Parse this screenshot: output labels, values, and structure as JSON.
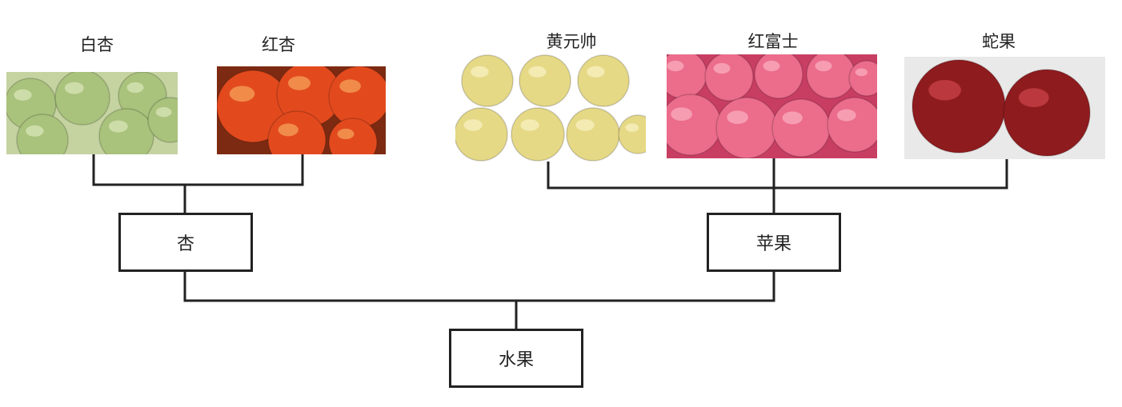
{
  "tree": {
    "root": {
      "label": "水果"
    },
    "groups": [
      {
        "label": "杏",
        "varieties": [
          {
            "label": "白杏",
            "photo": {
              "background": "#c5d3a0",
              "fruit_color": "#a9c27c",
              "fruit_highlight": "#d9e6b8",
              "fruit_count": 6
            }
          },
          {
            "label": "红杏",
            "photo": {
              "background": "#7d2a12",
              "fruit_color": "#e24a1e",
              "fruit_highlight": "#f6a15a",
              "fruit_count": 5
            }
          }
        ]
      },
      {
        "label": "苹果",
        "varieties": [
          {
            "label": "黄元帅",
            "photo": {
              "background": "#ffffff",
              "fruit_color": "#e6d986",
              "fruit_highlight": "#f7f0c0",
              "fruit_count": 7
            }
          },
          {
            "label": "红富士",
            "photo": {
              "background": "#c83e63",
              "fruit_color": "#ec6c8c",
              "fruit_highlight": "#f9aebf",
              "fruit_count": 9
            }
          },
          {
            "label": "蛇果",
            "photo": {
              "background": "#e9e9e9",
              "fruit_color": "#8e1b1e",
              "fruit_highlight": "#c9434a",
              "fruit_count": 2
            }
          }
        ]
      }
    ]
  },
  "style": {
    "line_color": "#222222"
  }
}
